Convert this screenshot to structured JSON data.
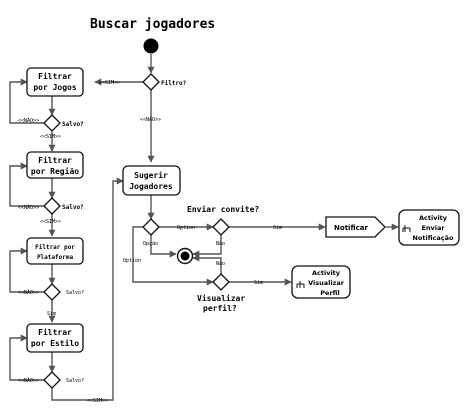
{
  "title": "Buscar jogadores",
  "actions": {
    "filtrar_jogos": [
      "Filtrar",
      "por Jogos"
    ],
    "filtrar_regiao": [
      "Filtrar",
      "por Região"
    ],
    "filtrar_plataforma": [
      "Filtrar por",
      "Plataforma"
    ],
    "filtrar_estilo": [
      "Filtrar",
      "por Estilo"
    ],
    "sugerir_jogadores": [
      "Sugerir",
      "Jogadores"
    ],
    "notificar": "Notificar",
    "activity_enviar": [
      "Activity",
      "Enviar",
      "Notificação"
    ],
    "activity_visualizar": [
      "Activity",
      "Visualizar",
      "Perfil"
    ]
  },
  "decisions": {
    "filtro": "Filtro?",
    "salvo1": "Salvo?",
    "salvo2": "Salvo?",
    "salvo3": "Salvo?",
    "salvo4": "Salvo?",
    "enviar_convite": "Enviar convite?",
    "visualizar_perfil": [
      "Visualizar",
      "perfil?"
    ]
  },
  "edge_labels": {
    "sim_filtro": "<<SIM>>",
    "nao_filtro": "<<NÃO>>",
    "nao_salvo1": "<<NÃO>>",
    "sim_salvo1": "<<SIM>>",
    "nao_salvo2": "<<NÃO>>",
    "sim_salvo2": "<<SIM>>",
    "nao_salvo3": "<<NÃO>>",
    "sim_salvo3": "Sim",
    "nao_salvo4": "<<NÃO>>",
    "sim_salvo4": "<<SIM>>",
    "option1": "Option",
    "opcao": "Opção",
    "option2": "Option",
    "sim_enviar": "Sim",
    "nao_enviar": "Não",
    "nao_visualizar": "Não",
    "sim_visualizar": "Sim"
  }
}
